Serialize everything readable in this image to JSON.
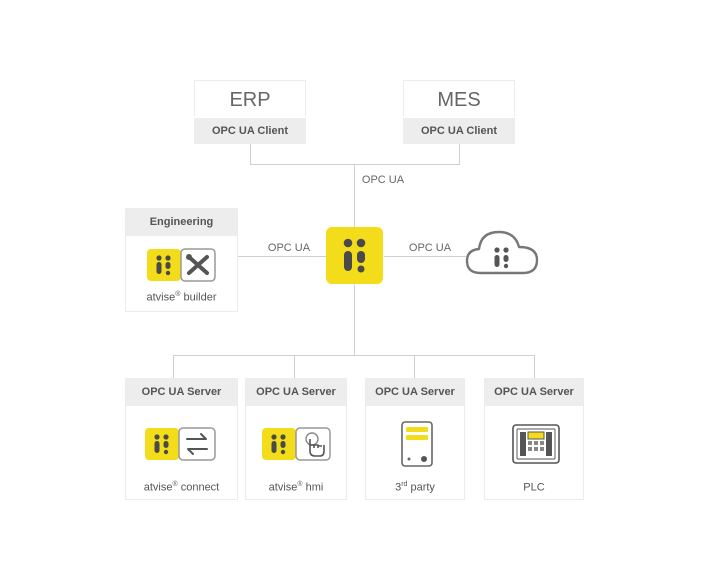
{
  "top": {
    "erp": {
      "title": "ERP",
      "role": "OPC UA Client"
    },
    "mes": {
      "title": "MES",
      "role": "OPC UA Client"
    }
  },
  "connections": {
    "top": "OPC UA",
    "left": "OPC UA",
    "right": "OPC UA"
  },
  "engineering": {
    "header": "Engineering",
    "product_name": "atvise",
    "product_reg": "®",
    "product_suffix": " builder"
  },
  "servers": [
    {
      "header": "OPC UA Server",
      "name": "atvise",
      "sup": "®",
      "suffix": " connect",
      "icon": "sync-arrows-icon"
    },
    {
      "header": "OPC UA Server",
      "name": "atvise",
      "sup": "®",
      "suffix": " hmi",
      "icon": "touch-hand-icon"
    },
    {
      "header": "OPC UA Server",
      "name": "3",
      "sup": "rd",
      "suffix": " party",
      "icon": "server-tower-icon"
    },
    {
      "header": "OPC UA Server",
      "name": "PLC",
      "sup": "",
      "suffix": "",
      "icon": "plc-panel-icon"
    }
  ],
  "colors": {
    "brand_yellow": "#f3dc1a",
    "brand_dark": "#4a4a4a",
    "line": "#cfcfcf",
    "header_bg": "#ededed"
  }
}
